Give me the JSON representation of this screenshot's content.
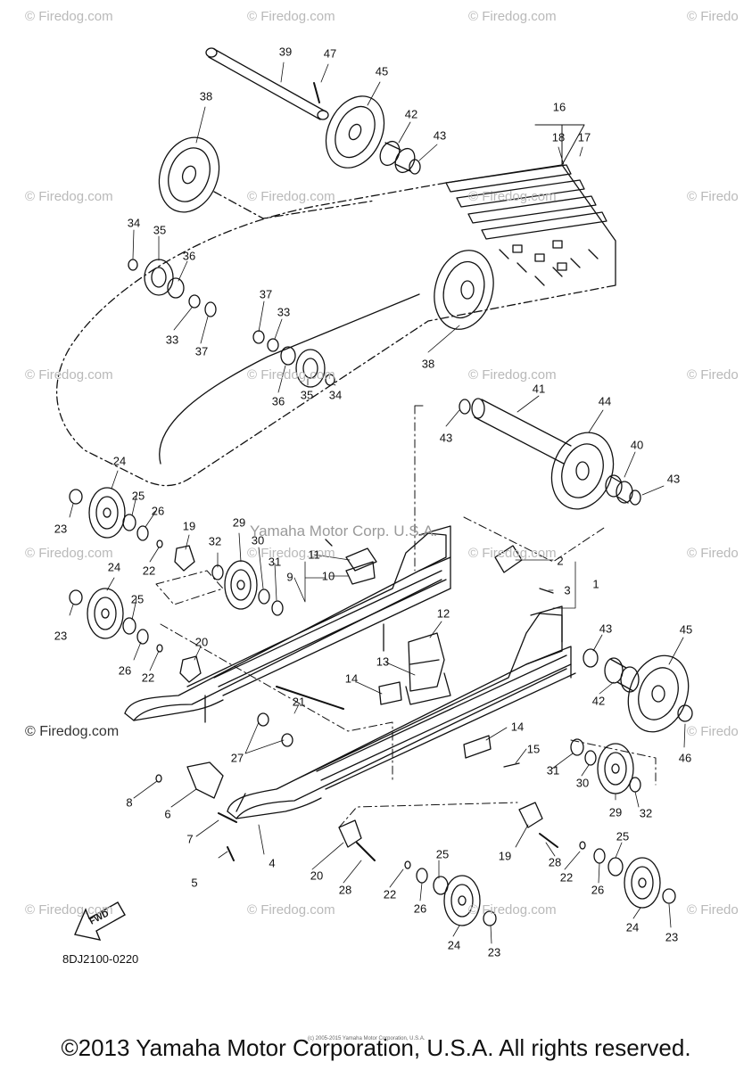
{
  "watermark": "© Firedog.com",
  "watermark_partial": "© Firedo",
  "center_mark": "Yamaha Motor Corp. U.S.A.",
  "doc_code": "8DJ2100-0220",
  "fwd_label": "FWD",
  "tiny_copyright": "(c) 2005-2015 Yamaha Motor Corporation, U.S.A.",
  "footer": "©2013 Yamaha Motor Corporation, U.S.A. All rights reserved.",
  "parts": [
    "39",
    "47",
    "45",
    "38",
    "42",
    "43",
    "16",
    "18",
    "17",
    "34",
    "35",
    "36",
    "37",
    "33",
    "33",
    "37",
    "36",
    "35",
    "34",
    "38",
    "41",
    "44",
    "43",
    "40",
    "43",
    "24",
    "25",
    "26",
    "23",
    "19",
    "22",
    "29",
    "32",
    "30",
    "31",
    "11",
    "9",
    "10",
    "2",
    "3",
    "1",
    "24",
    "25",
    "26",
    "23",
    "20",
    "22",
    "12",
    "13",
    "14",
    "43",
    "45",
    "21",
    "42",
    "46",
    "27",
    "14",
    "15",
    "31",
    "30",
    "29",
    "32",
    "8",
    "6",
    "7",
    "5",
    "4",
    "19",
    "28",
    "20",
    "28",
    "22",
    "25",
    "22",
    "26",
    "24",
    "23",
    "25",
    "26",
    "24",
    "23"
  ]
}
